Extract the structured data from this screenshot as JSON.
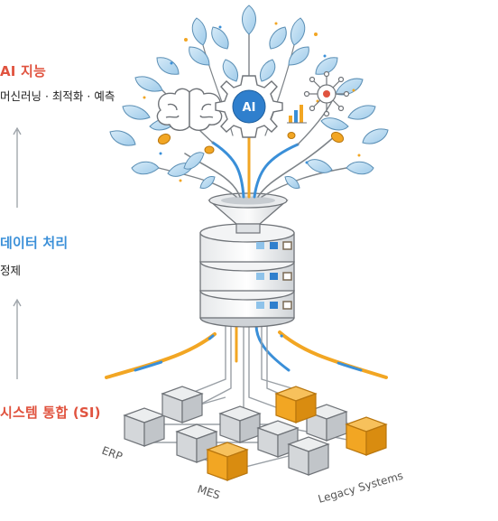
{
  "stages": [
    {
      "title": "AI 지능",
      "subtitle": "머신러닝 · 최적화 · 예측",
      "color": "#e0533f"
    },
    {
      "title": "데이터 처리",
      "subtitle": "정제",
      "color": "#3a8fd8"
    },
    {
      "title": "시스템 통합 (SI)",
      "subtitle": "",
      "color": "#e0533f"
    }
  ],
  "ai_badge": "AI",
  "sources": [
    "ERP",
    "MES",
    "Legacy Systems"
  ],
  "colors": {
    "orange": "#f2a623",
    "blue": "#3a8fd8",
    "gray_line": "#8d9297"
  }
}
